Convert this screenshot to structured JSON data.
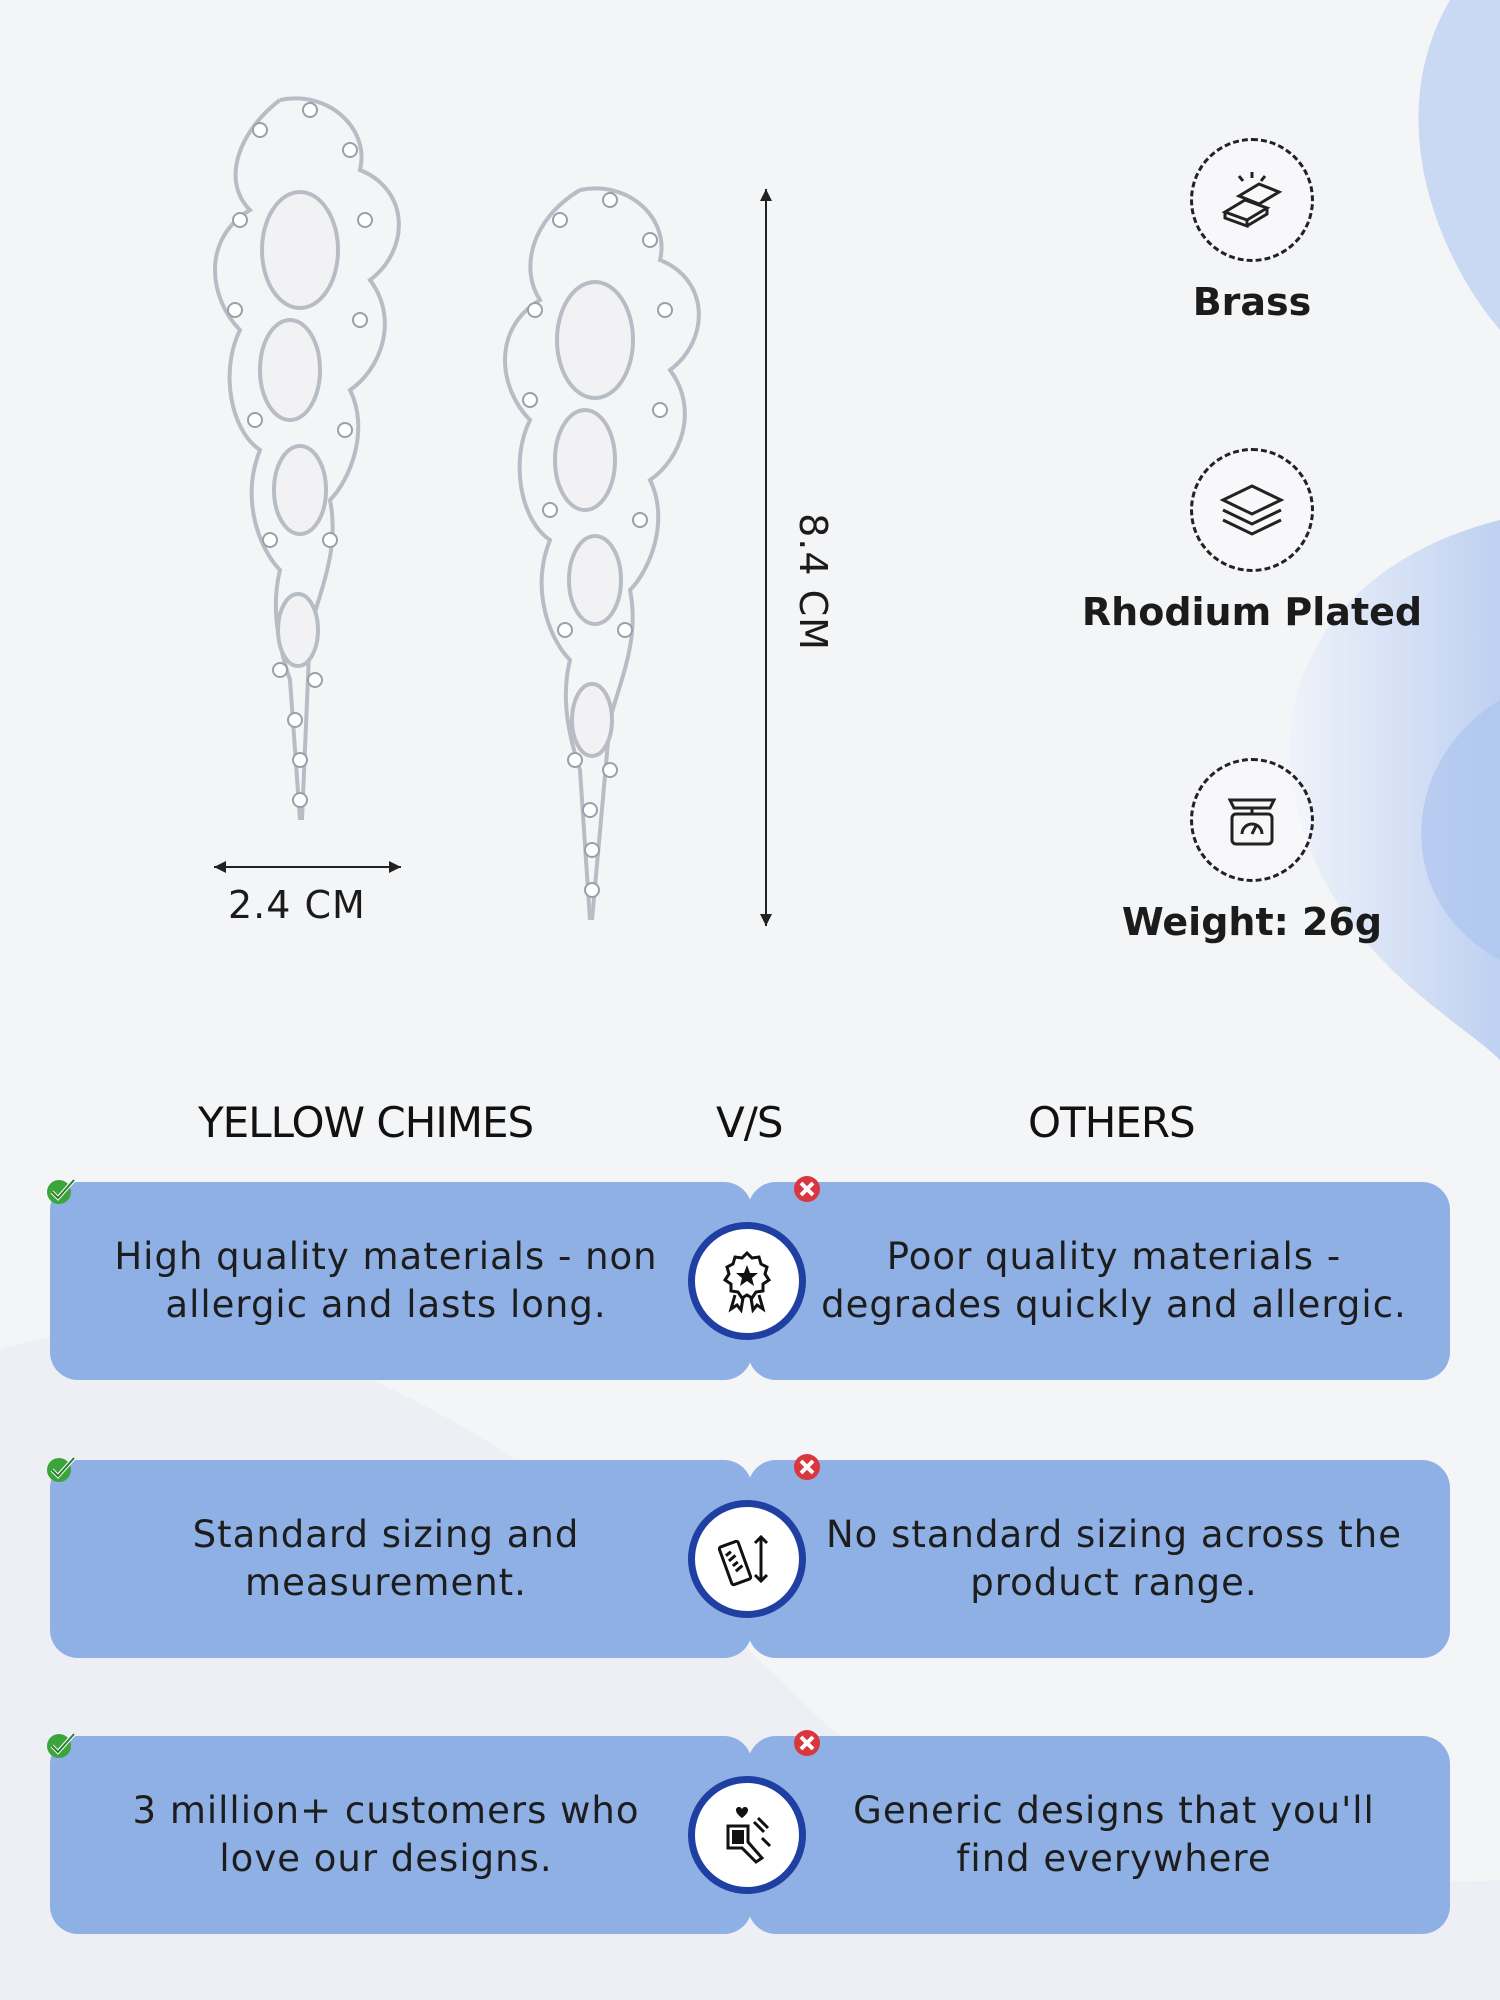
{
  "product": {
    "width_label": "2.4 CM",
    "height_label": "8.4 CM"
  },
  "features": [
    {
      "icon": "brass-bars-icon",
      "label": "Brass"
    },
    {
      "icon": "layers-icon",
      "label": "Rhodium Plated"
    },
    {
      "icon": "scale-icon",
      "label": "Weight: 26g"
    }
  ],
  "comparison": {
    "brand_heading": "YELLOW CHIMES",
    "vs_heading": "V/S",
    "others_heading": "OTHERS",
    "rows": [
      {
        "icon": "quality-badge-icon",
        "brand_text": "High quality materials - non allergic and lasts long.",
        "others_text": "Poor quality materials - degrades quickly and allergic."
      },
      {
        "icon": "ruler-measure-icon",
        "brand_text": "Standard sizing and measurement.",
        "others_text": "No standard sizing across the product range."
      },
      {
        "icon": "customers-love-icon",
        "brand_text": "3 million+ customers who love our designs.",
        "others_text": "Generic designs that you'll find everywhere"
      }
    ]
  },
  "colors": {
    "card": "#8fb0e5",
    "icon_ring": "#1f3fa2",
    "check": "#3aa53a",
    "cross": "#d9363e"
  }
}
